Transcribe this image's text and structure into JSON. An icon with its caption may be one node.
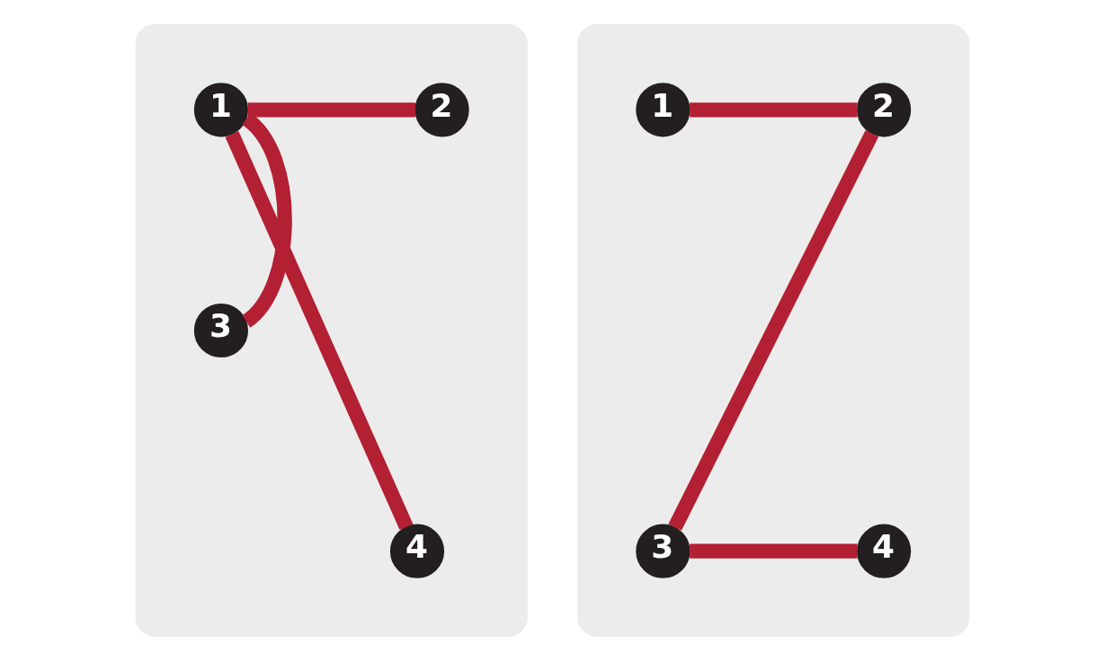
{
  "diagram": {
    "nodes": [
      {
        "text": [],
        "shape": "box"
      },
      {
        "text": [
          "1"
        ],
        "in": 0
      },
      {
        "text": [
          "2"
        ],
        "in": 0
      },
      {
        "text": [
          "3"
        ],
        "in": 0
      },
      {
        "text": [
          "4"
        ],
        "in": 0
      },
      {
        "text": [],
        "shape": "box"
      },
      {
        "text": [
          "1"
        ],
        "in": 5
      },
      {
        "text": [
          "2"
        ],
        "in": 5
      },
      {
        "text": [
          "3"
        ],
        "in": 5
      },
      {
        "text": [
          "4"
        ],
        "in": 5
      }
    ],
    "edges": [
      {
        "from": 1,
        "to": 2,
        "arrow": "none"
      },
      {
        "from": 1,
        "to": 3,
        "arrow": "none"
      },
      {
        "from": 1,
        "to": 4,
        "arrow": "none"
      },
      {
        "from": 6,
        "to": 7,
        "arrow": "none"
      },
      {
        "from": 7,
        "to": 8,
        "arrow": "none"
      },
      {
        "from": 8,
        "to": 9,
        "arrow": "none"
      }
    ]
  }
}
